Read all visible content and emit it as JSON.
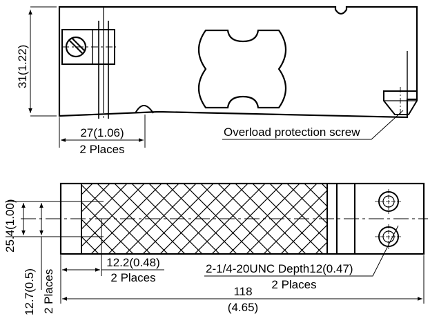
{
  "top_view": {
    "height_dim": "31(1.22)",
    "width_dim": "27(1.06)",
    "width_places": "2 Places",
    "screw_label": "Overload protection screw"
  },
  "bottom_view": {
    "width_dim": "25.4(1.00)",
    "half_dim": "12.7(0.5)",
    "half_places": "2 Places",
    "edge_dim": "12.2(0.48)",
    "edge_places": "2 Places",
    "thread_label": "2-1/4-20UNC Depth12(0.47)",
    "thread_places": "2 Places",
    "length_mm": "118",
    "length_in": "(4.65)"
  }
}
